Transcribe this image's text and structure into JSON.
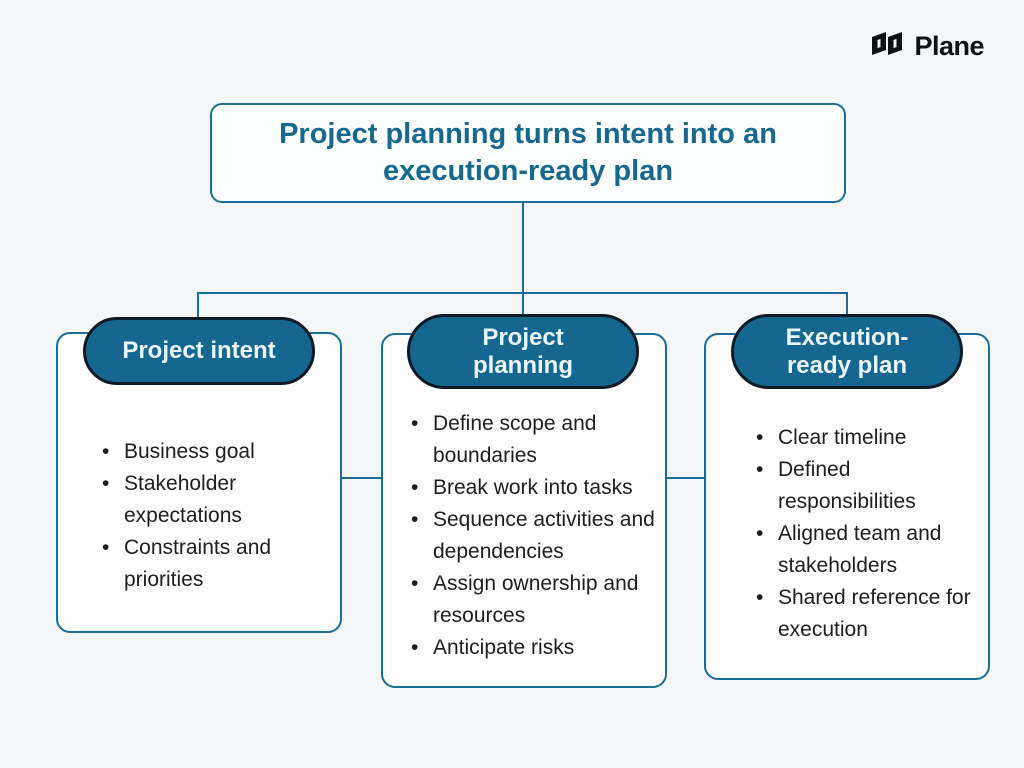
{
  "logo": {
    "text": "Plane"
  },
  "title": "Project planning turns intent into an execution-ready plan",
  "colors": {
    "teal": "#1a6d96",
    "pill_fill": "#16678f",
    "pill_border": "#0d1b28",
    "pill_text": "#eaf6fb",
    "title_text": "#17688f",
    "body_text": "#1e1e1e",
    "page_bg": "#f4f6f7",
    "card_bg": "#fdfdfe"
  },
  "nodes": [
    {
      "label": "Project intent",
      "bullets": [
        "Business goal",
        "Stakeholder expectations",
        "Constraints and priorities"
      ]
    },
    {
      "label": "Project planning",
      "bullets": [
        "Define scope and boundaries",
        "Break work into tasks",
        "Sequence activities and dependencies",
        "Assign ownership and resources",
        "Anticipate risks"
      ]
    },
    {
      "label": "Execution-ready plan",
      "bullets": [
        "Clear timeline",
        "Defined responsibilities",
        "Aligned team and stakeholders",
        "Shared reference for execution"
      ]
    }
  ]
}
